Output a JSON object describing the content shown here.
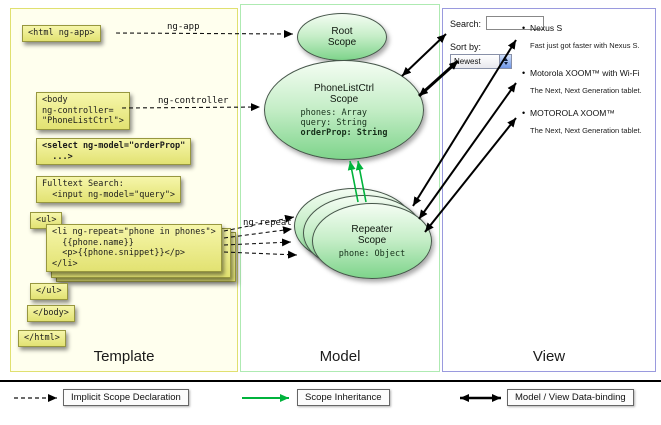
{
  "panels": {
    "template": {
      "label": "Template"
    },
    "model": {
      "label": "Model"
    },
    "view": {
      "label": "View"
    }
  },
  "template": {
    "boxes": {
      "html_open": "<html ng-app>",
      "body_open": "<body\nng-controller=\n\"PhoneListCtrl\">",
      "select": "<select ng-model=\"orderProp\"\n  ...>",
      "fulltext": "Fulltext Search:\n  <input ng-model=\"query\">",
      "ul_open": "<ul>",
      "li_repeat": "<li ng-repeat=\"phone in phones\">\n  {{phone.name}}\n  <p>{{phone.snippet}}</p>\n</li>",
      "ul_close": "</ul>",
      "body_close": "</body>",
      "html_close": "</html>"
    },
    "arrow_labels": {
      "ng_app": "ng-app",
      "ng_controller": "ng-controller",
      "ng_repeat": "ng-repeat"
    }
  },
  "model": {
    "root_scope": {
      "title": "Root\nScope"
    },
    "phonelist_scope": {
      "title": "PhoneListCtrl\nScope",
      "props": [
        "phones: Array",
        "query: String"
      ],
      "bold_prop": "orderProp: String"
    },
    "repeater_scope": {
      "title": "Repeater\nScope",
      "prop": "phone: Object"
    }
  },
  "view": {
    "search_label": "Search:",
    "sort_label": "Sort by:",
    "sort_value": "Newest",
    "items": [
      {
        "name": "Nexus S",
        "desc": "Fast just got faster with Nexus S."
      },
      {
        "name": "Motorola XOOM™ with Wi-Fi",
        "desc": "The Next, Next Generation tablet."
      },
      {
        "name": "MOTOROLA XOOM™",
        "desc": "The Next, Next Generation tablet."
      }
    ]
  },
  "legend": {
    "items": [
      {
        "label": "Implicit Scope Declaration"
      },
      {
        "label": "Scope Inheritance"
      },
      {
        "label": "Model / View Data-binding"
      }
    ]
  }
}
